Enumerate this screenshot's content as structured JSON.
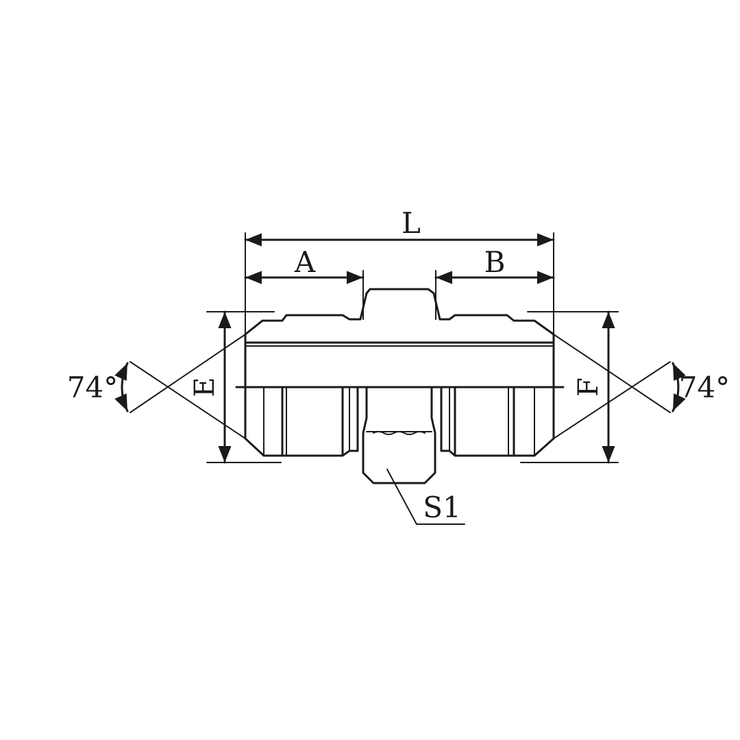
{
  "labels": {
    "overall_length": "L",
    "left_length": "A",
    "right_length": "B",
    "left_diameter": "E",
    "right_diameter": "F",
    "left_angle": "74°",
    "right_angle": "74°",
    "hex_size": "S1"
  },
  "colors": {
    "line": "#1a1a1a",
    "background": "#ffffff"
  }
}
